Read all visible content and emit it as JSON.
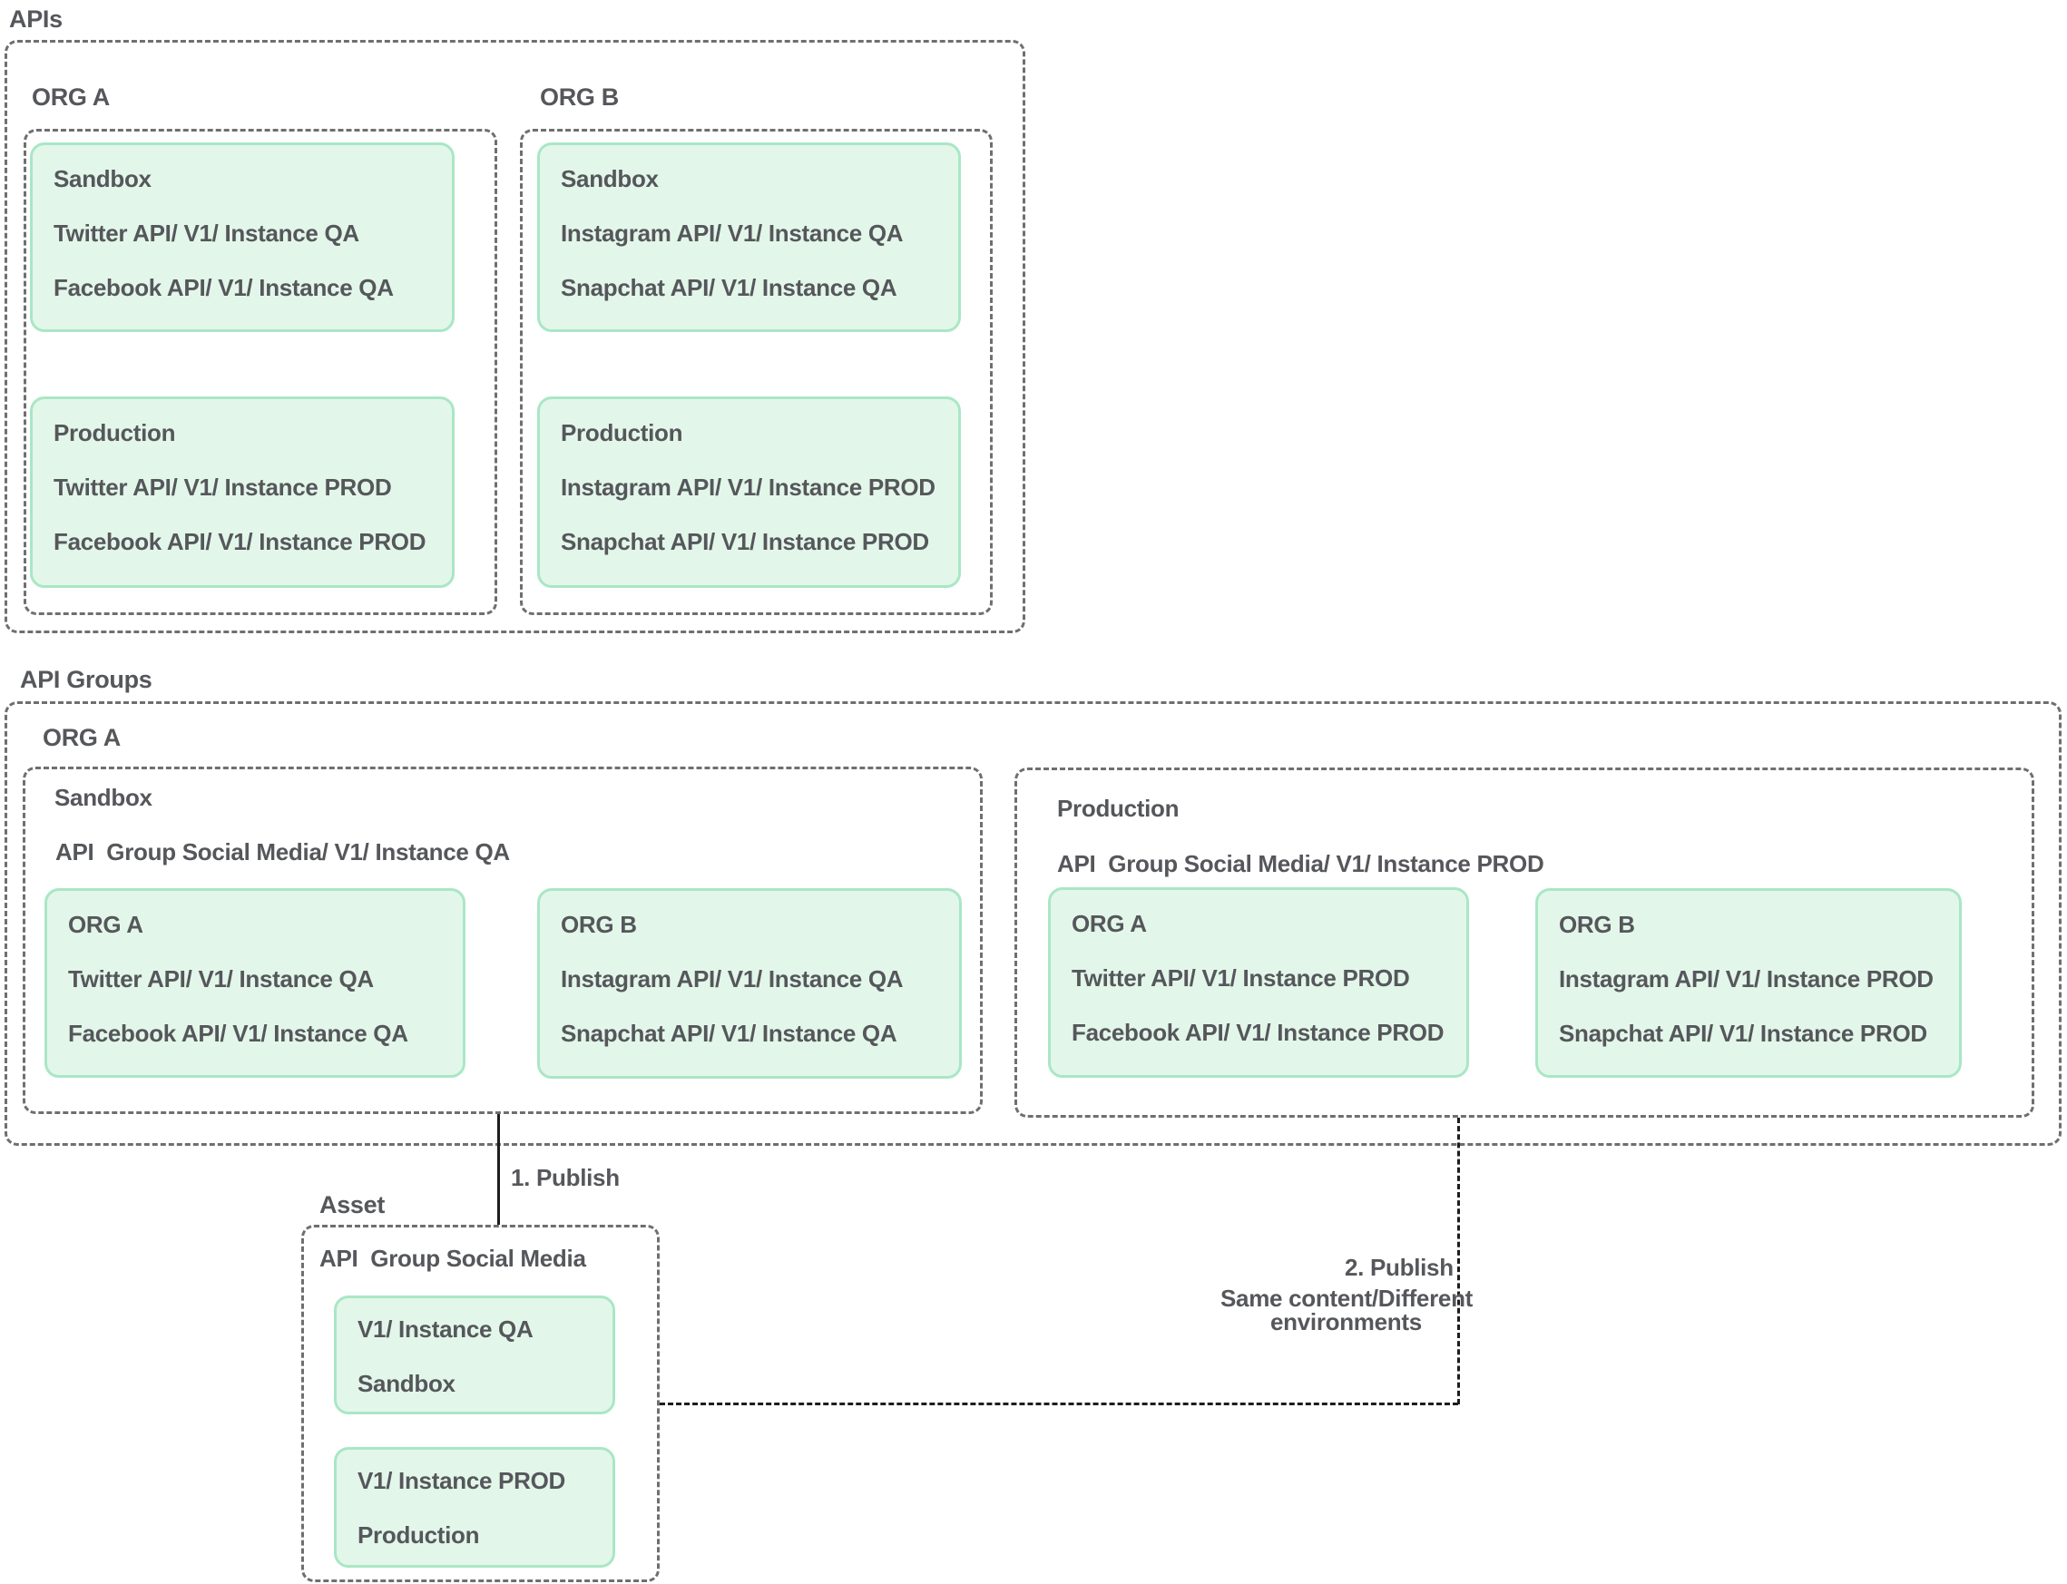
{
  "colors": {
    "green_fill": "#e3f6ea",
    "green_border": "#a9e7c5",
    "dash_gray": "#6f6f6f",
    "connector_black": "#1d1d1e",
    "text": "#55575b"
  },
  "apis": {
    "label": "APIs",
    "org_a": {
      "label": "ORG A",
      "sandbox": {
        "title": "Sandbox",
        "items": [
          "Twitter API/ V1/ Instance QA",
          "Facebook API/ V1/ Instance QA"
        ]
      },
      "production": {
        "title": "Production",
        "items": [
          "Twitter API/ V1/ Instance PROD",
          "Facebook API/ V1/ Instance PROD"
        ]
      }
    },
    "org_b": {
      "label": "ORG B",
      "sandbox": {
        "title": "Sandbox",
        "items": [
          "Instagram API/ V1/ Instance QA",
          "Snapchat API/ V1/ Instance QA"
        ]
      },
      "production": {
        "title": "Production",
        "items": [
          "Instagram API/ V1/ Instance PROD",
          "Snapchat API/ V1/ Instance PROD"
        ]
      }
    }
  },
  "api_groups": {
    "label": "API Groups",
    "org_label": "ORG A",
    "sandbox": {
      "env_label": "Sandbox",
      "group_title": "API  Group Social Media/ V1/ Instance QA",
      "org_a": {
        "title": "ORG A",
        "items": [
          "Twitter API/ V1/ Instance QA",
          "Facebook API/ V1/ Instance QA"
        ]
      },
      "org_b": {
        "title": "ORG B",
        "items": [
          "Instagram API/ V1/ Instance QA",
          "Snapchat API/ V1/ Instance QA"
        ]
      }
    },
    "production": {
      "env_label": "Production",
      "group_title": "API  Group Social Media/ V1/ Instance PROD",
      "org_a": {
        "title": "ORG A",
        "items": [
          "Twitter API/ V1/ Instance PROD",
          "Facebook API/ V1/ Instance PROD"
        ]
      },
      "org_b": {
        "title": "ORG B",
        "items": [
          "Instagram API/ V1/ Instance PROD",
          "Snapchat API/ V1/ Instance PROD"
        ]
      }
    }
  },
  "asset": {
    "label": "Asset",
    "title": "API  Group Social Media",
    "versions": [
      {
        "line1": "V1/ Instance QA",
        "line2": "Sandbox"
      },
      {
        "line1": "V1/ Instance PROD",
        "line2": "Production"
      }
    ]
  },
  "connectors": {
    "publish1": "1. Publish",
    "publish2_line1": "2. Publish",
    "publish2_line2": "Same content/Different",
    "publish2_line3": "environments"
  }
}
